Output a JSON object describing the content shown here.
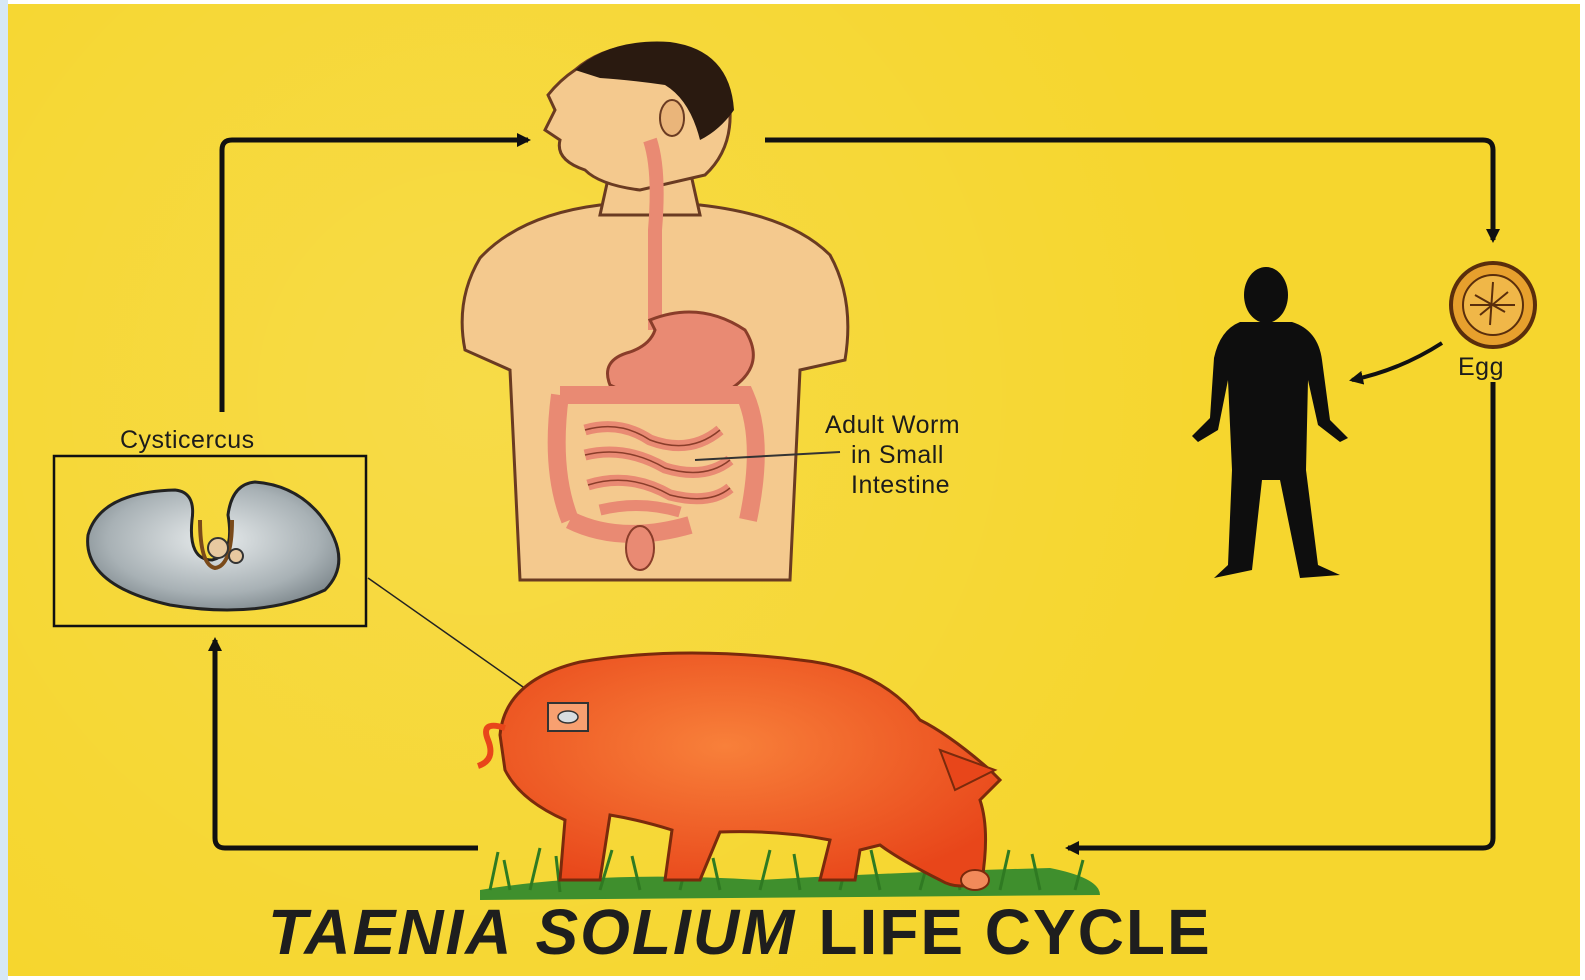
{
  "labels": {
    "cysticercus": "Cysticercus",
    "adult_worm": [
      "Adult Worm",
      "in Small",
      "Intestine"
    ],
    "egg": "Egg"
  },
  "title": {
    "part1": "TAENIA",
    "part2": "SOLIUM",
    "part3": "LIFE CYCLE"
  },
  "colors": {
    "background": "#f6d62e",
    "arrow": "#111111",
    "pig": "#ef5a1e",
    "skin": "#f4c98e",
    "intestine": "#e98a73",
    "silhouette": "#0e0e0e",
    "cyst": "#b9c0c3",
    "egg": "#e7a02d",
    "grass": "#3f8f2d"
  }
}
